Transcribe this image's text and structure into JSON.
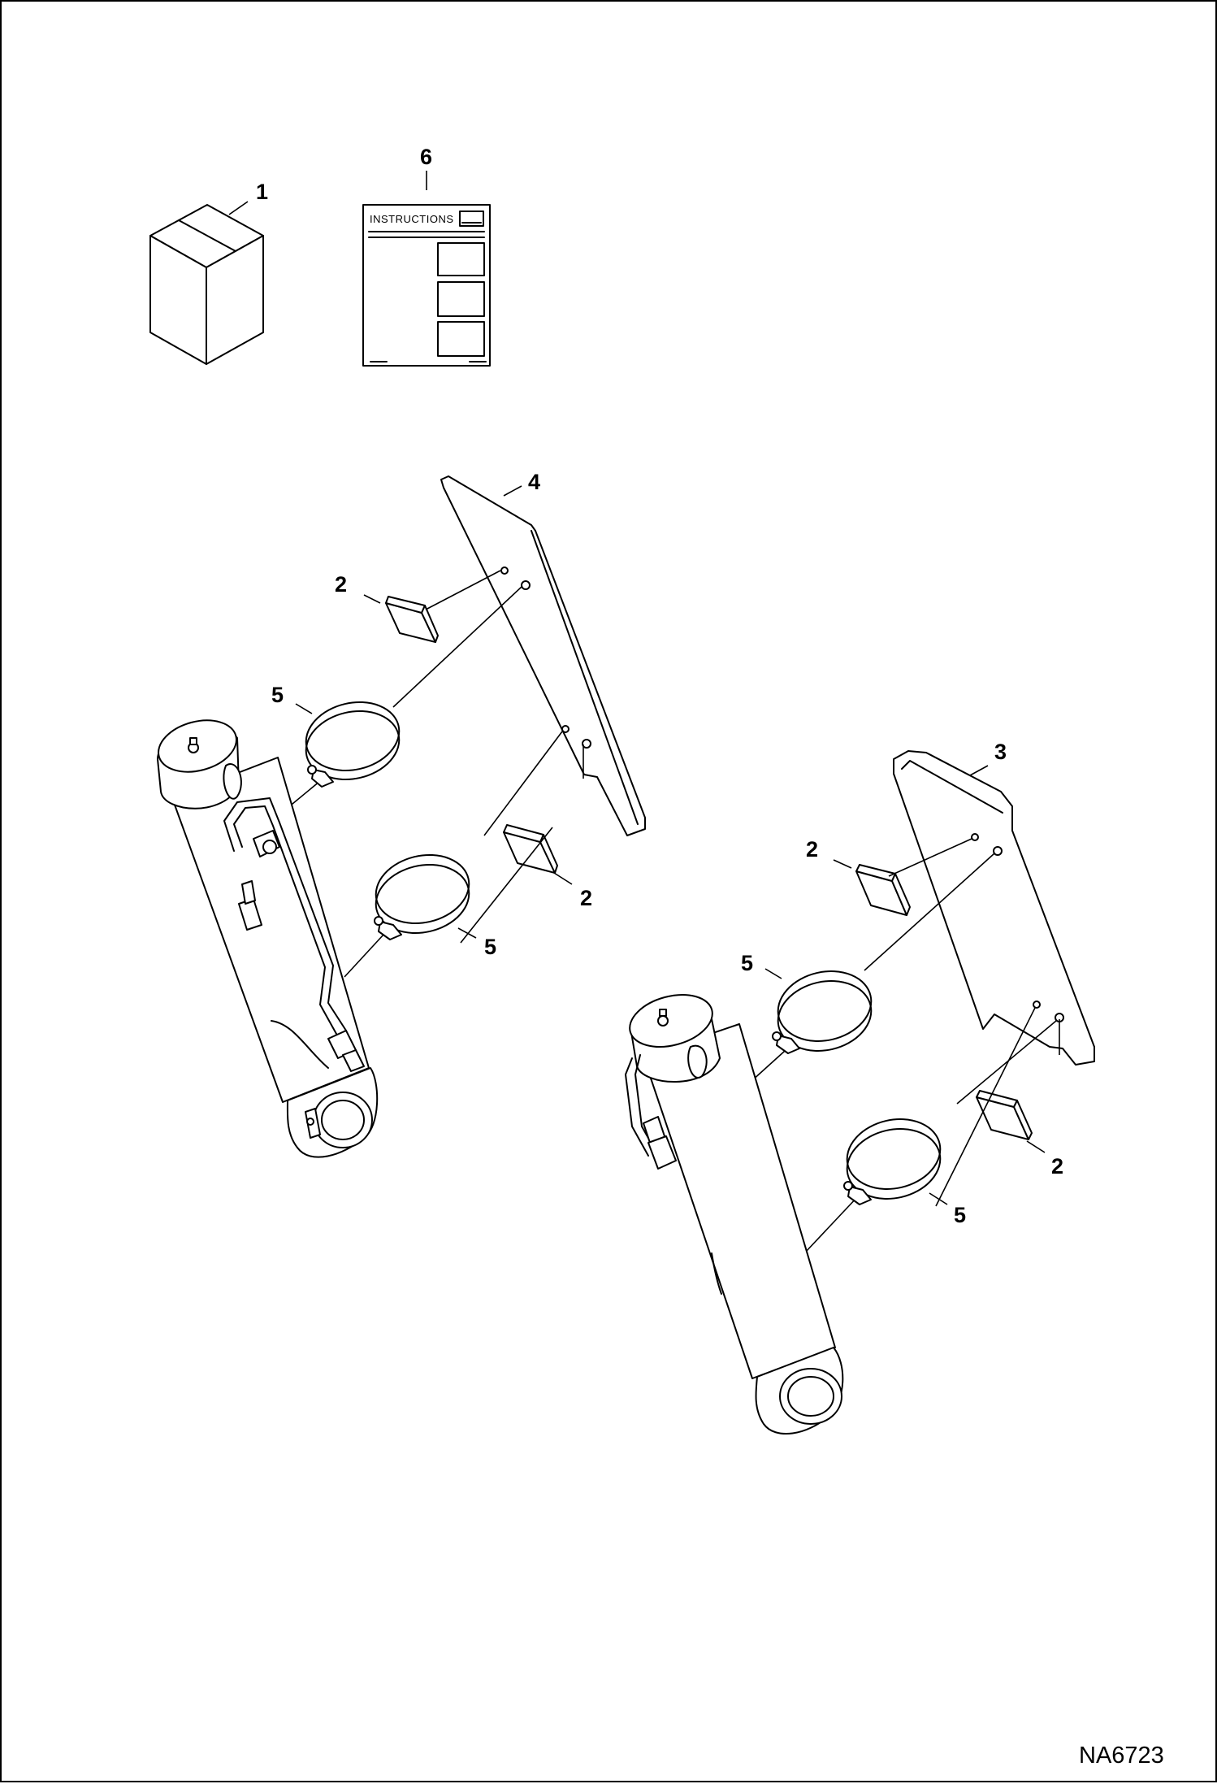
{
  "figure": {
    "code": "NA6723",
    "instructions_title": "INSTRUCTIONS"
  },
  "callouts": {
    "c1": "1",
    "c6": "6",
    "c4": "4",
    "c3": "3",
    "c2a": "2",
    "c2b": "2",
    "c2c": "2",
    "c2d": "2",
    "c5a": "5",
    "c5b": "5",
    "c5c": "5",
    "c5d": "5"
  }
}
